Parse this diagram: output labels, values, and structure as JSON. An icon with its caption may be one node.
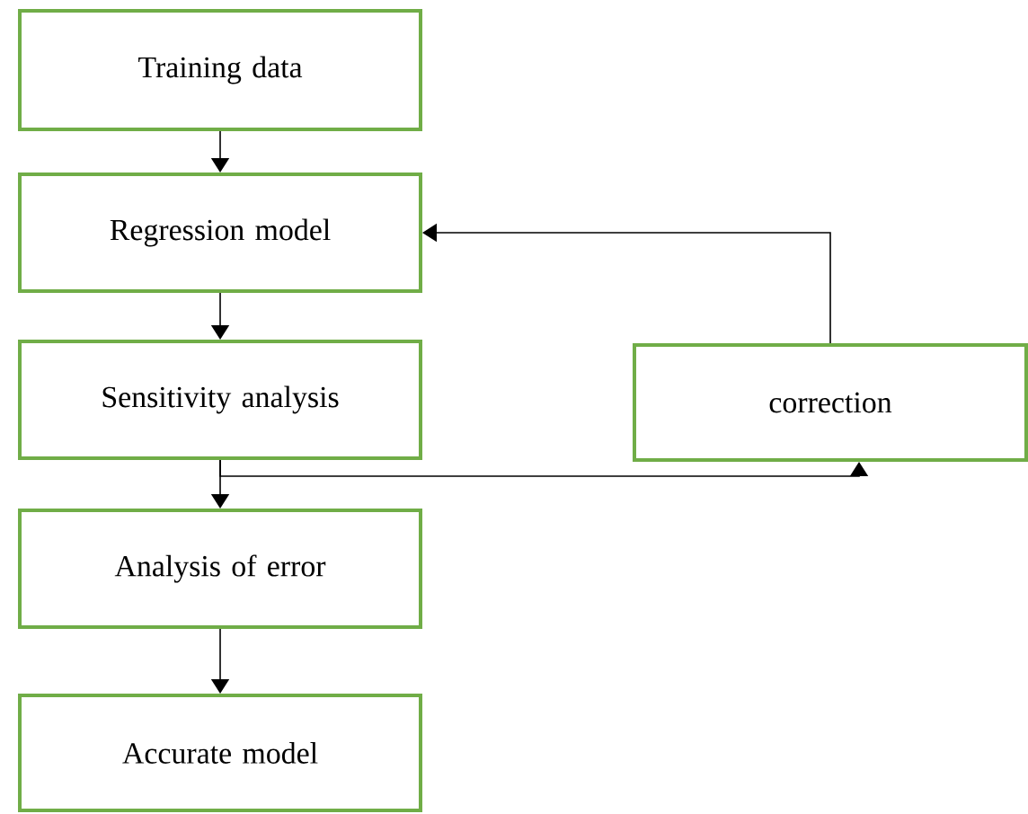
{
  "diagram": {
    "nodes": [
      {
        "text": [
          "Training data"
        ]
      },
      {
        "text": [
          "Regression model"
        ]
      },
      {
        "text": [
          "Sensitivity analysis"
        ]
      },
      {
        "text": [
          "Analysis of error"
        ]
      },
      {
        "text": [
          "Accurate model"
        ]
      },
      {
        "text": [
          "correction"
        ]
      }
    ],
    "edges": [
      {
        "from": 0,
        "to": 1,
        "arrow": "to"
      },
      {
        "from": 1,
        "to": 2,
        "arrow": "to"
      },
      {
        "from": 2,
        "to": 3,
        "arrow": "to"
      },
      {
        "from": 2,
        "to": 5,
        "arrow": "to"
      },
      {
        "from": 5,
        "to": 1,
        "arrow": "to"
      },
      {
        "from": 3,
        "to": 4,
        "arrow": "to"
      }
    ]
  }
}
